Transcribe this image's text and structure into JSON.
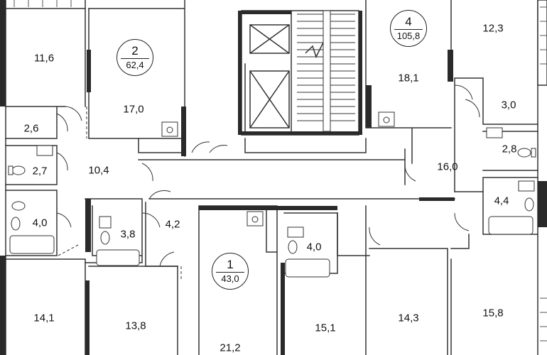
{
  "apartments": [
    {
      "number": "2",
      "area": "62,4"
    },
    {
      "number": "4",
      "area": "105,8"
    },
    {
      "number": "1",
      "area": "43,0"
    }
  ],
  "rooms": [
    "11,6",
    "17,0",
    "2,6",
    "2,7",
    "10,4",
    "4,0",
    "3,8",
    "4,2",
    "14,1",
    "13,8",
    "21,2",
    "4,0",
    "15,1",
    "14,3",
    "15,8",
    "18,1",
    "12,3",
    "3,0",
    "2,8",
    "16,0",
    "4,4"
  ]
}
